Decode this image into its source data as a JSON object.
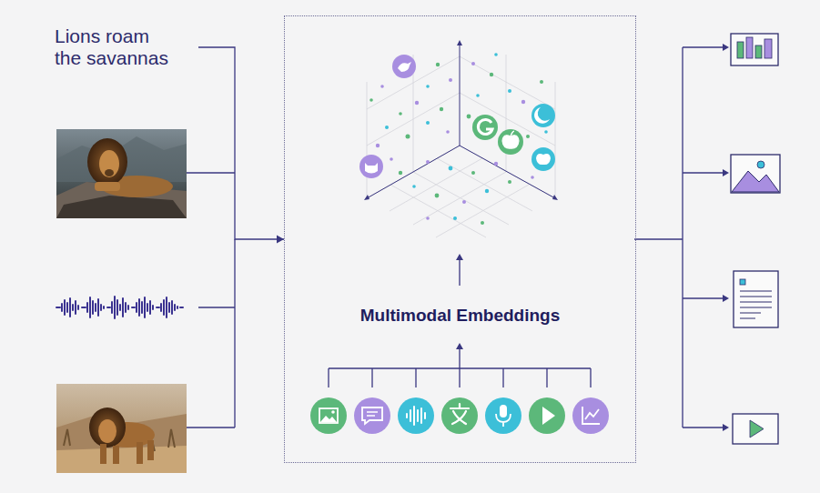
{
  "diagram": {
    "nodes": [
      {
        "text": [
          "Lions roam the savannas"
        ]
      },
      {
        "text": [
          "Multimodal Embeddings"
        ]
      }
    ],
    "edges": [
      {
        "from": 0,
        "to": 1,
        "arrow": "to"
      }
    ]
  }
}
